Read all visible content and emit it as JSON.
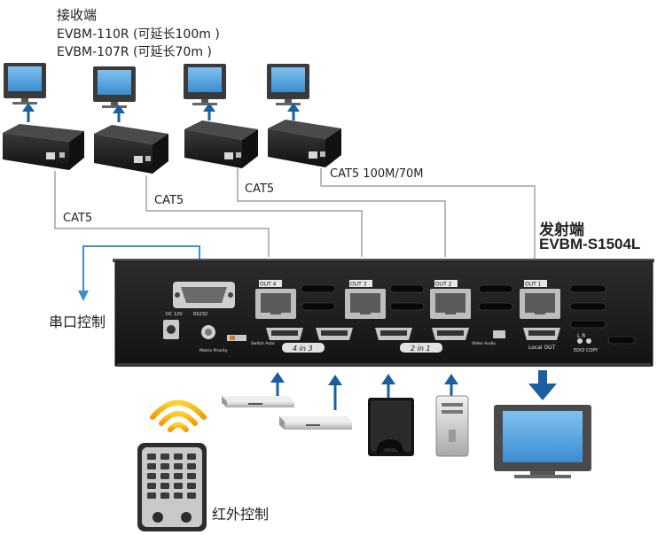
{
  "receiver": {
    "title": "接收端",
    "model_110": "EVBM-110R (可延长100m )",
    "model_107": "EVBM-107R (可延长70m )"
  },
  "sender": {
    "title": "发射端",
    "model": "EVBM-S1504L"
  },
  "cables": {
    "cat5_a": "CAT5",
    "cat5_b": "CAT5",
    "cat5_c": "CAT5",
    "cat5_d": "CAT5 100M/70M"
  },
  "controls": {
    "serial": "串口控制",
    "ir": "红外控制"
  },
  "panel": {
    "out4": "OUT 4",
    "out3": "OUT 3",
    "out2": "OUT 2",
    "out1": "OUT 1",
    "dc": "DC 12V",
    "rs232": "RS232",
    "matrix_priority": "Matrix Priority",
    "switch_auto": "Switch Auto",
    "in4": "4 in 3",
    "in2": "2 in 1",
    "video_audio": "Video Audio",
    "local_out": "Local OUT",
    "lr": "L  R",
    "edid": "EDID COPY"
  },
  "colors": {
    "arrow": "#1a5fa0",
    "serial_line": "#3b8fd0",
    "cable": "#b7b7b7",
    "chassis": "#1e1e1e"
  }
}
